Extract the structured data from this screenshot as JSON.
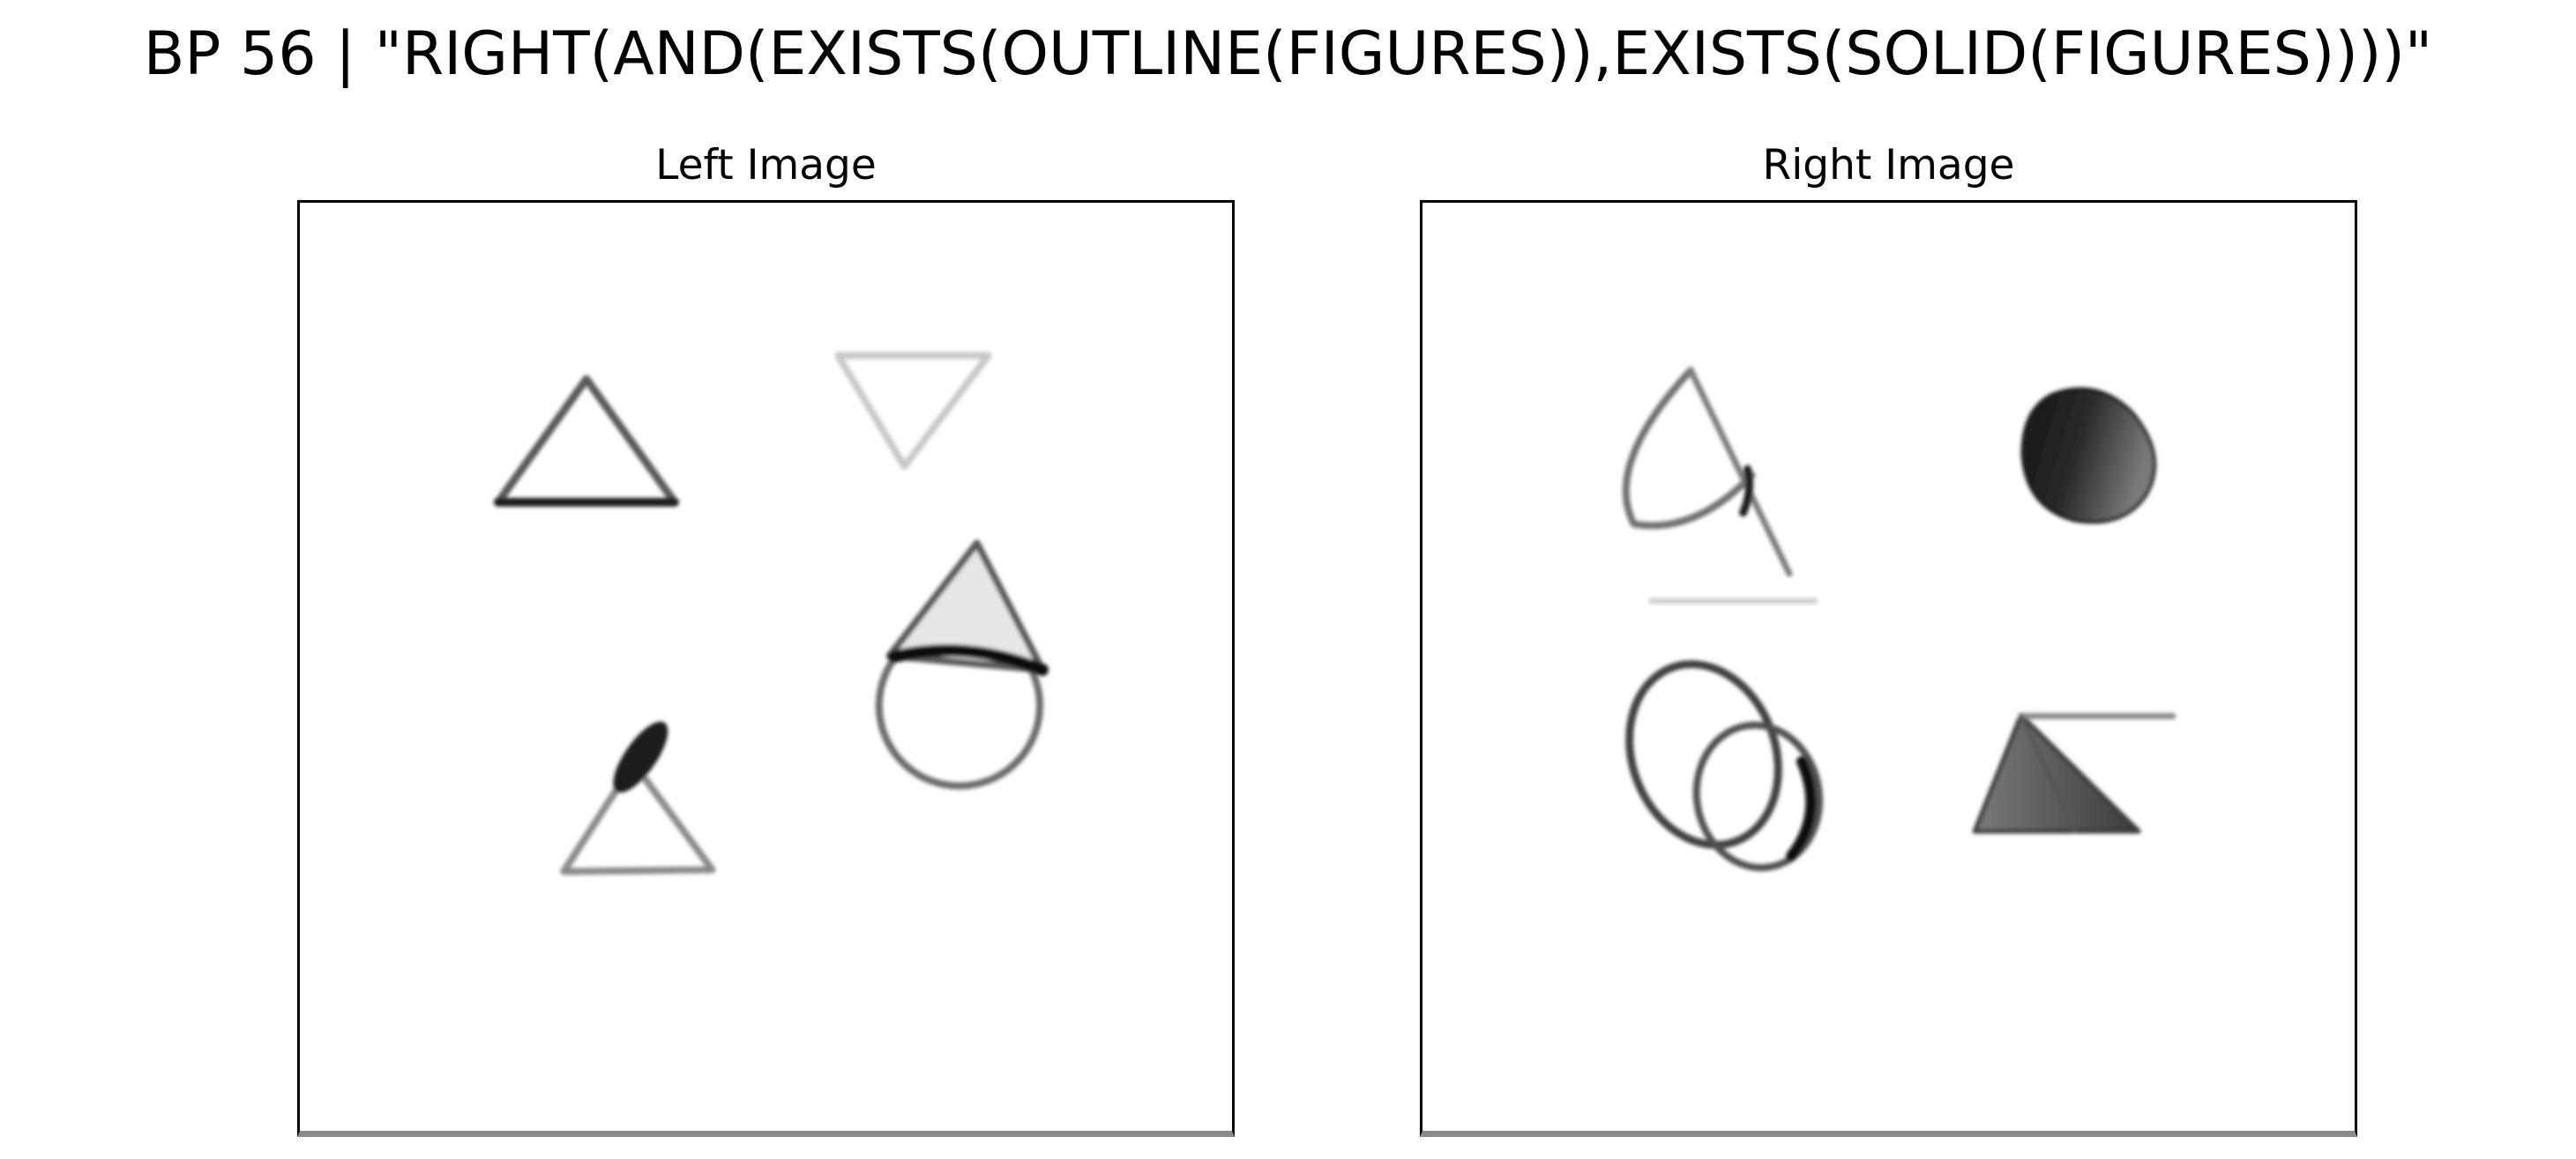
{
  "figure": {
    "title": "BP 56 | \"RIGHT(AND(EXISTS(OUTLINE(FIGURES)),EXISTS(SOLID(FIGURES))))\""
  },
  "panels": [
    {
      "title": "Left Image",
      "figures": [
        {
          "shape": "triangle",
          "fill": "outline"
        },
        {
          "shape": "inverted-triangle",
          "fill": "outline"
        },
        {
          "shape": "circle",
          "fill": "outline"
        },
        {
          "shape": "triangle",
          "fill": "outline"
        },
        {
          "shape": "triangle",
          "fill": "outline"
        }
      ]
    },
    {
      "title": "Right Image",
      "figures": [
        {
          "shape": "triangle",
          "fill": "outline"
        },
        {
          "shape": "circle",
          "fill": "solid"
        },
        {
          "shape": "circle",
          "fill": "outline"
        },
        {
          "shape": "triangle",
          "fill": "solid"
        }
      ]
    }
  ],
  "colors": {
    "ink": "#000000",
    "frame": "#000000",
    "frame_bottom": "#8a8a8a",
    "background": "#ffffff"
  }
}
